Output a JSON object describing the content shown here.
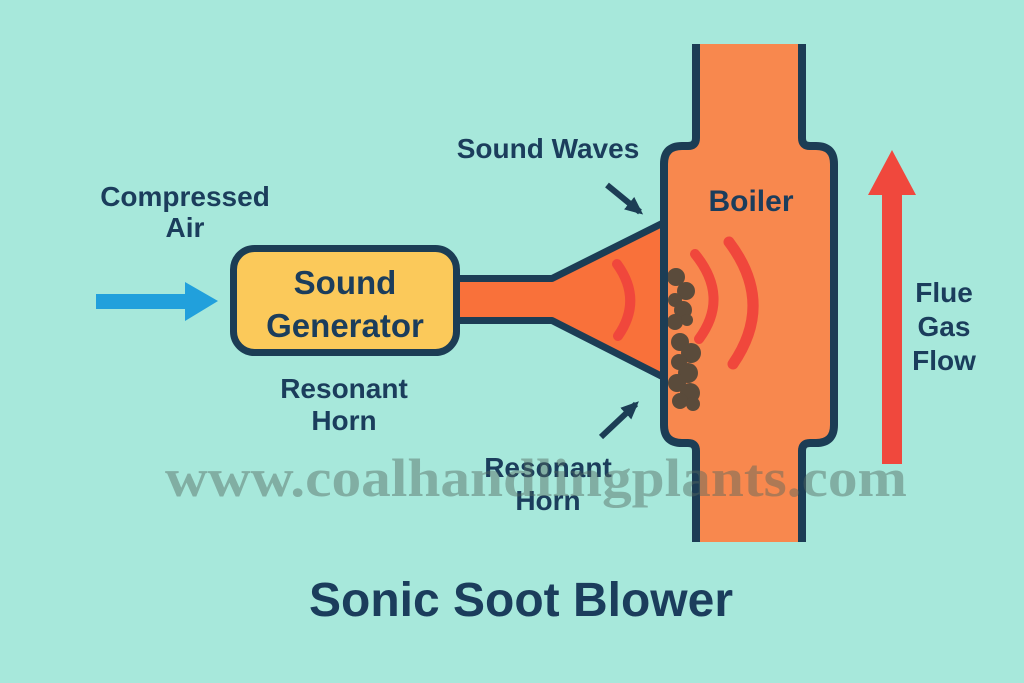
{
  "title": "Sonic Soot Blower",
  "watermark": "www.coalhandlingplants.com",
  "labels": {
    "compressed_air": {
      "line1": "Compressed",
      "line2": "Air"
    },
    "sound_generator": {
      "line1": "Sound",
      "line2": "Generator"
    },
    "resonant_horn_top": {
      "line1": "Resonant",
      "line2": "Horn"
    },
    "sound_waves": "Sound Waves",
    "boiler": "Boiler",
    "flue_gas_flow": {
      "line1": "Flue",
      "line2": "Gas",
      "line3": "Flow"
    },
    "resonant_horn_bottom": {
      "line1": "Resonant",
      "line2": "Horn"
    }
  },
  "colors": {
    "background": "#A7E8DB",
    "outline_navy": "#1C3D55",
    "text_navy": "#1B3D5C",
    "generator_yellow": "#FBC95A",
    "horn_orange": "#F9713A",
    "boiler_orange": "#F8884E",
    "arrow_blue": "#21A0DC",
    "arrow_red": "#F0483D",
    "wave_red": "#F0473C",
    "soot_brown": "#5A4B3B",
    "watermark_gray": "rgba(85,105,95,0.45)"
  }
}
